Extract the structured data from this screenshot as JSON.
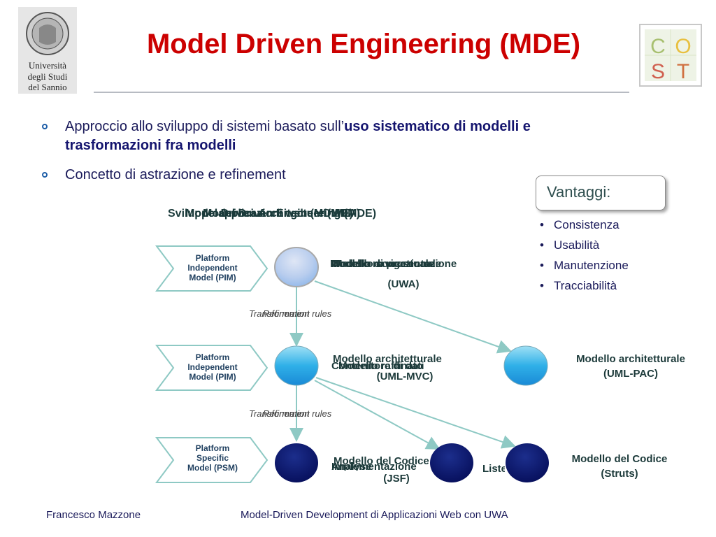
{
  "logos": {
    "university_lines": [
      "Università",
      "degli Studi",
      "del Sannio"
    ],
    "cost_letters": [
      "C",
      "O",
      "S",
      "T"
    ]
  },
  "title": "Model Driven Engineering (MDE)",
  "bullets": [
    {
      "text_plain": "Approccio allo sviluppo di sistemi basato sull’",
      "text_bold_line1": "uso sistematico di modelli e",
      "text_bold_line2": "trasformazioni fra modelli"
    },
    {
      "text_plain": "Concetto di astrazione e refinement"
    }
  ],
  "vantaggi": {
    "title": "Vantaggi:",
    "items": [
      "Consistenza",
      "Usabilità",
      "Manutenzione",
      "Tracciabilità"
    ]
  },
  "diagram": {
    "top_heading_overlays": [
      "Sviluppo applicazioni web (MDWE)",
      "Model Driven Engineering (MDE)",
      "Model Driven Architecture (MDA)"
    ],
    "levels": [
      {
        "chevron_line1": "Platform",
        "chevron_line2": "Independent",
        "chevron_line3": "Model (PIM)"
      },
      {
        "chevron_line1": "Platform",
        "chevron_line2": "Independent",
        "chevron_line3": "Model (PIM)"
      },
      {
        "chevron_line1": "Platform",
        "chevron_line2": "Specific",
        "chevron_line3": "Model (PSM)"
      }
    ],
    "label_pim1_overlays": [
      "Modello concettuale",
      "Modello navigazionale",
      "Modello di presentazione"
    ],
    "label_pim1_line2": "(UWA)",
    "label_pim2_overlays": [
      "Modello architetturale",
      "Contenitore di dati",
      "Modello raffinato"
    ],
    "label_pim2_line2": "(UML-MVC)",
    "label_pim2b_line1": "Modello architetturale",
    "label_pim2b_line2": "(UML-PAC)",
    "label_psm1_overlays": [
      "Modello del Codice",
      "Implementazione",
      "Analyse"
    ],
    "label_psm1_line2": "(JSF)",
    "label_psm2_overlays": [
      "Listener"
    ],
    "label_psm3_line1": "Modello del Codice",
    "label_psm3_line2": "(Struts)",
    "transformation_labels": [
      "Transformation rules",
      "Refinement"
    ],
    "colors": {
      "chevron_border": "#8ec9c4",
      "arrow": "#8ec9c4",
      "circle_light": "#9fc8ee",
      "circle_cyan": "#3ab3e6",
      "circle_dark": "#0a1a6a"
    }
  },
  "footer": {
    "author": "Francesco Mazzone",
    "talk": "Model-Driven Development di Applicazioni Web con UWA"
  }
}
